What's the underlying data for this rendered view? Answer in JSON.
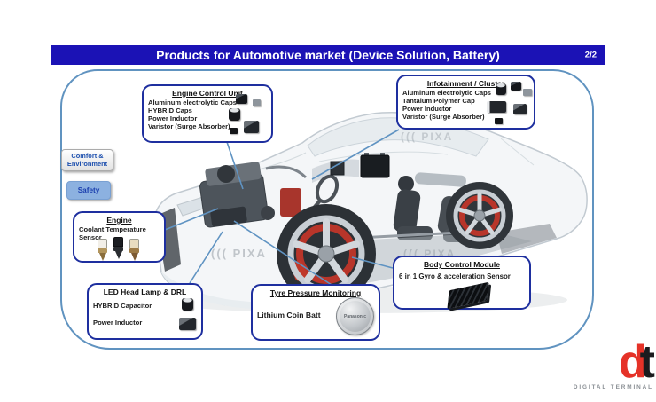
{
  "slide": {
    "title": "Products for Automotive market (Device Solution, Battery)",
    "page_indicator": "2/2"
  },
  "category_buttons": {
    "comfort": "Comfort & Environment",
    "safety": "Safety"
  },
  "callouts": {
    "engine_control_unit": {
      "title": "Engine Control Unit",
      "items": [
        "Aluminum electrolytic Caps",
        "HYBRID Caps",
        "Power Inductor",
        "Varistor (Surge Absorber)"
      ]
    },
    "infotainment_cluster": {
      "title": "Infotainment / Cluster",
      "items": [
        "Aluminum electrolytic Caps",
        "Tantalum Polymer Cap",
        "Power Inductor",
        "Varistor (Surge Absorber)"
      ]
    },
    "engine": {
      "title": "Engine",
      "items": [
        "Coolant Temperature Sensor"
      ]
    },
    "led_head_lamp": {
      "title": "LED Head Lamp & DRL",
      "items": [
        "HYBRID Capacitor",
        "Power Inductor"
      ]
    },
    "tyre_pressure": {
      "title": "Tyre Pressure Monitoring",
      "items": [
        "Lithium Coin Batt"
      ],
      "battery_brand": "Panasonic"
    },
    "body_control_module": {
      "title": "Body Control Module",
      "items": [
        "6 in 1 Gyro & acceleration Sensor"
      ]
    }
  },
  "logo": {
    "letter_d": "d",
    "letter_t": "t",
    "caption": "DIGITAL TERMINAL"
  },
  "watermark_text": "((( PIXA",
  "colors": {
    "title_bar_blue": "#1b12b5",
    "callout_border_navy": "#1e2f9f",
    "container_border_blue": "#6093c0",
    "callout_line_blue": "#5f93c2",
    "safety_button_blue": "#8cb1e0",
    "logo_red": "#e53228",
    "brake_red": "#b8352a"
  }
}
